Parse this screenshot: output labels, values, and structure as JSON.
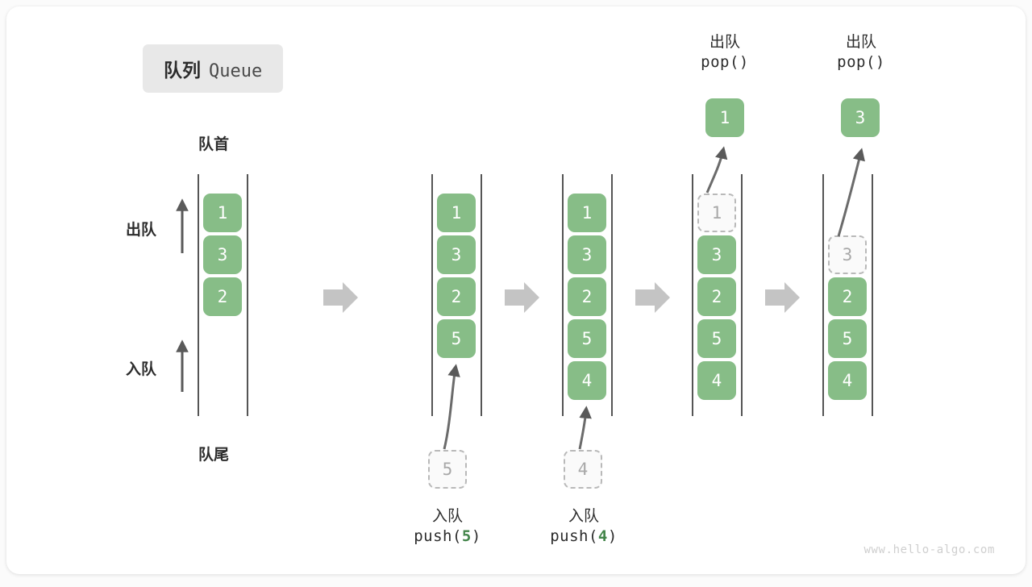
{
  "title": {
    "cn": "队列",
    "en": "Queue"
  },
  "labels": {
    "front": "队首",
    "rear": "队尾",
    "dequeue": "出队",
    "enqueue": "入队"
  },
  "colors": {
    "cell_fill": "#87bd87",
    "cell_text": "#ffffff",
    "ghost_border": "#b9b9b9",
    "ghost_text": "#a8a8a8",
    "rail": "#555555",
    "step_arrow": "#c4c4c4",
    "accent_green": "#43854a",
    "badge_bg": "#e8e8e8",
    "card_bg": "#ffffff",
    "page_bg": "#fbfbfb"
  },
  "steps": [
    {
      "id": "step-1-initial",
      "cells": [
        "1",
        "3",
        "2"
      ],
      "ghost_index": -1,
      "ghost_value": "",
      "has_side_labels": true,
      "op_top": null,
      "op_bottom": null,
      "popped_value": null,
      "pending_value": null
    },
    {
      "id": "step-2-push-5",
      "cells": [
        "1",
        "3",
        "2",
        "5"
      ],
      "ghost_index": -1,
      "ghost_value": "",
      "has_side_labels": false,
      "op_top": null,
      "op_bottom": {
        "cn": "入队",
        "code_prefix": "push(",
        "code_value": "5",
        "code_suffix": ")"
      },
      "popped_value": null,
      "pending_value": "5"
    },
    {
      "id": "step-3-push-4",
      "cells": [
        "1",
        "3",
        "2",
        "5",
        "4"
      ],
      "ghost_index": -1,
      "ghost_value": "",
      "has_side_labels": false,
      "op_top": null,
      "op_bottom": {
        "cn": "入队",
        "code_prefix": "push(",
        "code_value": "4",
        "code_suffix": ")"
      },
      "popped_value": null,
      "pending_value": "4"
    },
    {
      "id": "step-4-pop-1",
      "cells": [
        "1",
        "3",
        "2",
        "5",
        "4"
      ],
      "ghost_index": 0,
      "ghost_value": "1",
      "has_side_labels": false,
      "op_top": {
        "cn": "出队",
        "code": "pop()"
      },
      "popped_value": "1",
      "pending_value": null
    },
    {
      "id": "step-5-pop-3",
      "cells": [
        "",
        "3",
        "2",
        "5",
        "4"
      ],
      "ghost_index": 1,
      "ghost_value": "3",
      "has_side_labels": false,
      "op_top": {
        "cn": "出队",
        "code": "pop()"
      },
      "popped_value": "3",
      "pending_value": null
    }
  ],
  "watermark": "www.hello-algo.com"
}
